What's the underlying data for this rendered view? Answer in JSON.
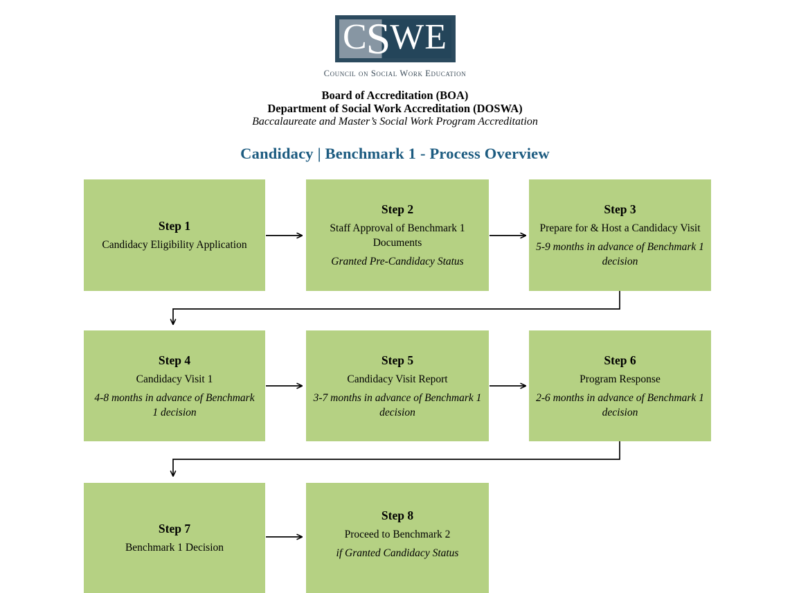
{
  "logo": {
    "letters_c": "C",
    "letters_s": "S",
    "letters_we": "WE",
    "subtitle": "Council on Social Work Education"
  },
  "header": {
    "line1": "Board of Accreditation (BOA)",
    "line2": "Department of Social Work Accreditation (DOSWA)",
    "line3": "Baccalaureate and Master’s Social Work Program Accreditation"
  },
  "title": "Candidacy | Benchmark 1 - Process Overview",
  "colors": {
    "box_green": "#b5d183",
    "title_blue": "#1c5b80",
    "logo_navy": "#24455a",
    "logo_slate": "#8796a3",
    "connector": "#000000"
  },
  "steps": [
    {
      "title": "Step 1",
      "body": "Candidacy Eligibility Application",
      "note": ""
    },
    {
      "title": "Step 2",
      "body": "Staff Approval of Benchmark 1 Documents",
      "note": "Granted Pre-Candidacy Status"
    },
    {
      "title": "Step 3",
      "body": "Prepare for & Host a Candidacy Visit",
      "note": "5-9 months in advance of Benchmark 1 decision"
    },
    {
      "title": "Step 4",
      "body": "Candidacy Visit 1",
      "note": "4-8 months in advance of Benchmark 1 decision"
    },
    {
      "title": "Step 5",
      "body": "Candidacy Visit Report",
      "note": "3-7 months in advance of Benchmark 1 decision"
    },
    {
      "title": "Step 6",
      "body": "Program Response",
      "note": "2-6 months in advance of Benchmark 1 decision"
    },
    {
      "title": "Step 7",
      "body": "Benchmark 1 Decision",
      "note": ""
    },
    {
      "title": "Step 8",
      "body": "Proceed to Benchmark 2",
      "note": "if Granted Candidacy Status"
    }
  ]
}
